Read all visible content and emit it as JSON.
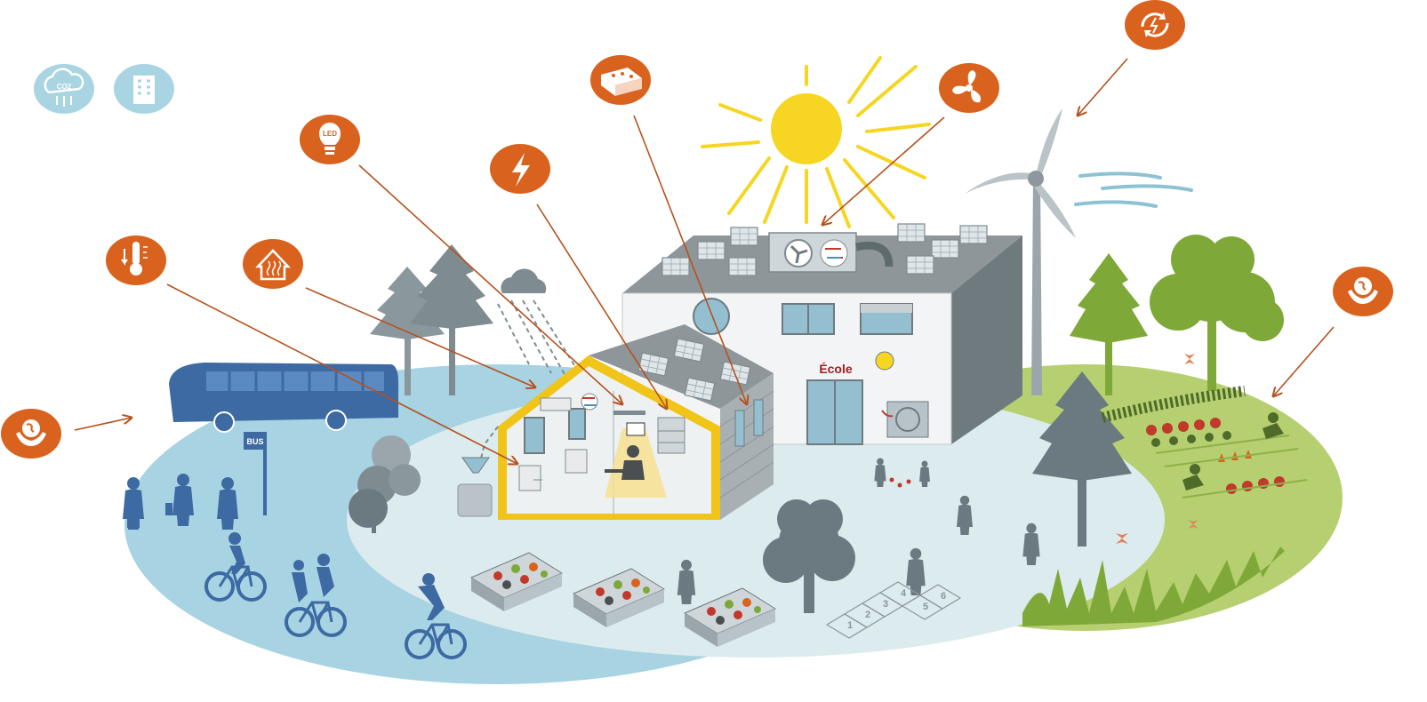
{
  "scene": {
    "school_sign": "École",
    "bus_stop_sign": "BUS",
    "led_label": "LED",
    "co2_label": "CO2",
    "hopscotch": [
      "1",
      "2",
      "3",
      "4",
      "5",
      "6"
    ]
  },
  "colors": {
    "icon_orange": "#d9631e",
    "icon_light_blue": "#a9d4e2",
    "arrow": "#b5521f",
    "sun": "#f6d623",
    "insulation": "#f0c419",
    "blue_zone": "#a8d3e2",
    "pale_zone": "#dcebee",
    "green_zone": "#b6cf70",
    "silhouette_blue": "#3d6aa3",
    "silhouette_grey": "#6a7a80",
    "tree_green": "#7ea838",
    "building_grey": "#8e969a",
    "school_red": "#a01d22"
  },
  "icons": [
    "co2-capture-icon",
    "building-icon",
    "led-bulb-icon",
    "lightning-icon",
    "brick-icon",
    "fan-icon",
    "recycle-arrows-icon",
    "thermometer-icon",
    "house-heat-icon",
    "globe-hands-icon-left",
    "globe-hands-icon-right"
  ]
}
